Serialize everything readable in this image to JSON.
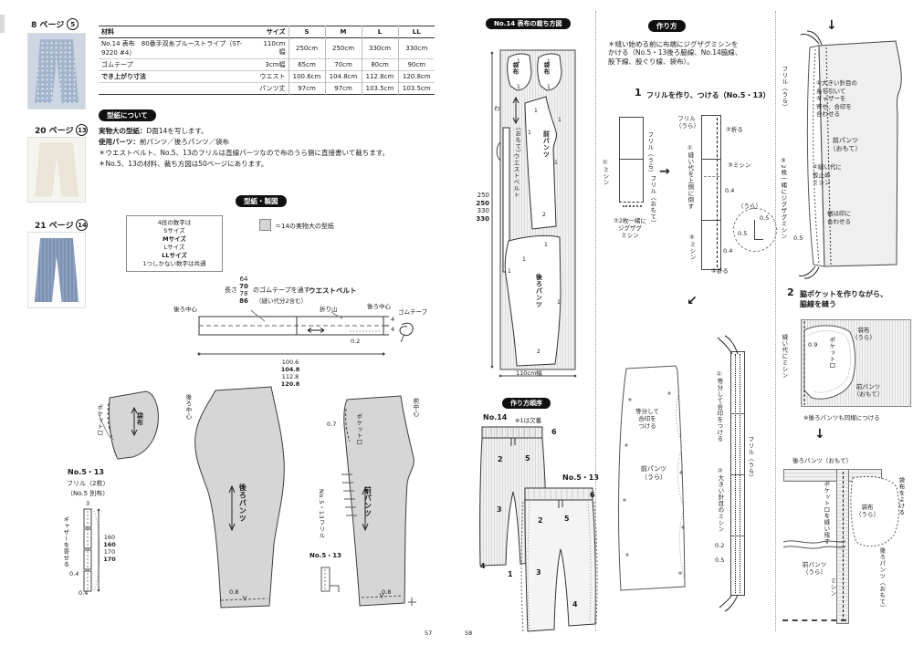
{
  "page": {
    "left_num": "57",
    "right_num": "58"
  },
  "thumbs": [
    {
      "page": "8 ページ",
      "num": "5"
    },
    {
      "page": "20 ページ",
      "num": "13"
    },
    {
      "page": "21 ページ",
      "num": "14"
    }
  ],
  "materials": {
    "title": "材料",
    "size": "サイズ",
    "s": "S",
    "m": "M",
    "l": "L",
    "ll": "LL",
    "rows": [
      {
        "name": "No.14 表布　80番手双糸ブルーストライプ（ST-9220 #4）",
        "spec": "110cm幅",
        "v1": "250cm",
        "v2": "250cm",
        "v3": "330cm",
        "v4": "330cm"
      },
      {
        "name": "ゴムテープ",
        "spec": "3cm幅",
        "v1": "65cm",
        "v2": "70cm",
        "v3": "80cm",
        "v4": "90cm"
      },
      {
        "name": "でき上がり寸法",
        "spec": "ウエスト",
        "v1": "100.6cm",
        "v2": "104.8cm",
        "v3": "112.8cm",
        "v4": "120.8cm"
      },
      {
        "name": "",
        "spec": "パンツ丈",
        "v1": "97cm",
        "v2": "97cm",
        "v3": "103.5cm",
        "v4": "103.5cm"
      }
    ]
  },
  "about": {
    "header": "型紙について",
    "l1a": "実物大の型紙：",
    "l1b": "D面14を写します。",
    "l2a": "使用パーツ：",
    "l2b": "前パンツ／後ろパンツ／袋布",
    "l3": "＊ウエストベルト、No.5、13のフリルは直線パーツなので布のうら側に直接書いて裁ちます。",
    "l4": "＊No.5、13の材料、裁ち方図は50ページにあります。"
  },
  "draft": {
    "header": "型紙・製図",
    "sizebox": [
      "4段の数字は",
      "Sサイズ",
      "Mサイズ",
      "Lサイズ",
      "LLサイズ",
      "1つしかない数字は共通"
    ],
    "legend": "＝14の実物大の型紙",
    "belt": {
      "pre": "長さ",
      "l1": "64",
      "l2": "70",
      "l3": "78",
      "l4": "86",
      "post": "のゴムテープを通す",
      "sub": "（縫い代分2含む）",
      "label": "ウエストベルト",
      "bcl": "後ろ中心",
      "fold": "折り山",
      "bcr": "後ろ中心",
      "elastic": "ゴムテープ",
      "w4a": "4",
      "w4b": "4",
      "v02": "0.2",
      "d1": "100.6",
      "d2": "104.8",
      "d3": "112.8",
      "d4": "120.8"
    },
    "bag": {
      "mouth": "ポケット口",
      "label": "袋布"
    },
    "bc": "後ろ中心",
    "frill": {
      "no": "No.5・13",
      "name": "フリル（2枚）",
      "alt": "（No.5 別布）",
      "gather": "ギャザーを寄せる",
      "t": "3",
      "l1": "160",
      "l2": "160",
      "l3": "170",
      "l4": "170",
      "v04a": "0.4",
      "v04b": "0.4"
    },
    "back": {
      "label": "後ろパンツ",
      "hem": "0.8"
    },
    "front": {
      "center": "前中心",
      "v07": "0.7",
      "mouth": "ポケット口",
      "ref": "No.5・13フリル",
      "no": "No.5・13",
      "label": "前パンツ",
      "hem": "0.8"
    }
  },
  "cut": {
    "header": "No.14 表布の裁ち方図",
    "bag1": "袋布",
    "bag2": "袋布",
    "wa": "わ",
    "omote": "（おもて）",
    "belt": "ウエストベルト",
    "front": "前パンツ",
    "back": "後ろパンツ",
    "c1": "250",
    "c2": "250",
    "c3": "330",
    "c4": "330",
    "width": "110cm幅",
    "m1": "1",
    "m2": "2"
  },
  "order": {
    "header": "作り方順序",
    "no14": "No.14",
    "note": "※1は欠番",
    "no513": "No.5・13",
    "a1": "6",
    "a2": "2",
    "a3": "5",
    "a4": "3",
    "a5": "4",
    "b1": "6",
    "b2": "2",
    "b3": "5",
    "b4": "3",
    "b5": "1",
    "b6": "4"
  },
  "howto": {
    "header": "作り方",
    "intro": "＊縫い始める前に布端にジグザグミシンを\nかける（No.5・13後ろ脇線、No.14脇線、\n股下線、股ぐり線、袋布）。",
    "s1num": "1",
    "s1title": "フリルを作り、つける（No.5・13）",
    "s1": {
      "ura": "フリル（うら）",
      "m1": "①ミシン",
      "omote": "フリル（おもて）",
      "zz": "②2枚一緒に\nジグザグ\nミシン",
      "ura2": "フリル\n（うら）",
      "fold2": "②折る",
      "m3": "③ミシン",
      "press": "①縫い代を上側に倒す",
      "v04a": "0.4",
      "cura": "（うら）",
      "v05a": "0.5",
      "v05b": "0.5",
      "m5": "⑤ミシン",
      "v04b": "0.4",
      "fold4": "④折る"
    },
    "mid": {
      "div": "等分して\n合印を\nつける",
      "front": "前パンツ\n（うら）",
      "div2": "①等分して合印をつける",
      "ura": "フリル（うら）",
      "big": "②大きい針目のミシン",
      "v02": "0.2",
      "v05": "0.5"
    },
    "g": {
      "ura": "フリル（うら）",
      "note": "①大きい針目の\n糸を引いて\nギャザーを\n寄せ、合印を\n合わせる",
      "front": "前パンツ\n（おもて）",
      "zz": "③2枚一緒にジグザグミシン",
      "baste": "②縫い代に\n仮止め\nミシン",
      "hem": "裾は印に\n合わせる",
      "v05": "0.5"
    },
    "s2num": "2",
    "s2title": "脇ポケットを作りながら、\n脇線を縫う",
    "s2": {
      "seam": "縫い代にミシン",
      "v09": "0.9",
      "mouth": "ポケット口",
      "bag": "袋布\n（うら）",
      "front": "前パンツ\n（おもて）",
      "note": "※後ろパンツも同様につける",
      "backo": "後ろパンツ（おもて）",
      "leave": "ポケット口を縫い残す",
      "bag2": "袋布\n（うら）",
      "avoid": "袋布をよける",
      "fura": "前パンツ\n（うら）",
      "backo2": "後ろパンツ（おもて）",
      "m": "ミシン"
    }
  }
}
